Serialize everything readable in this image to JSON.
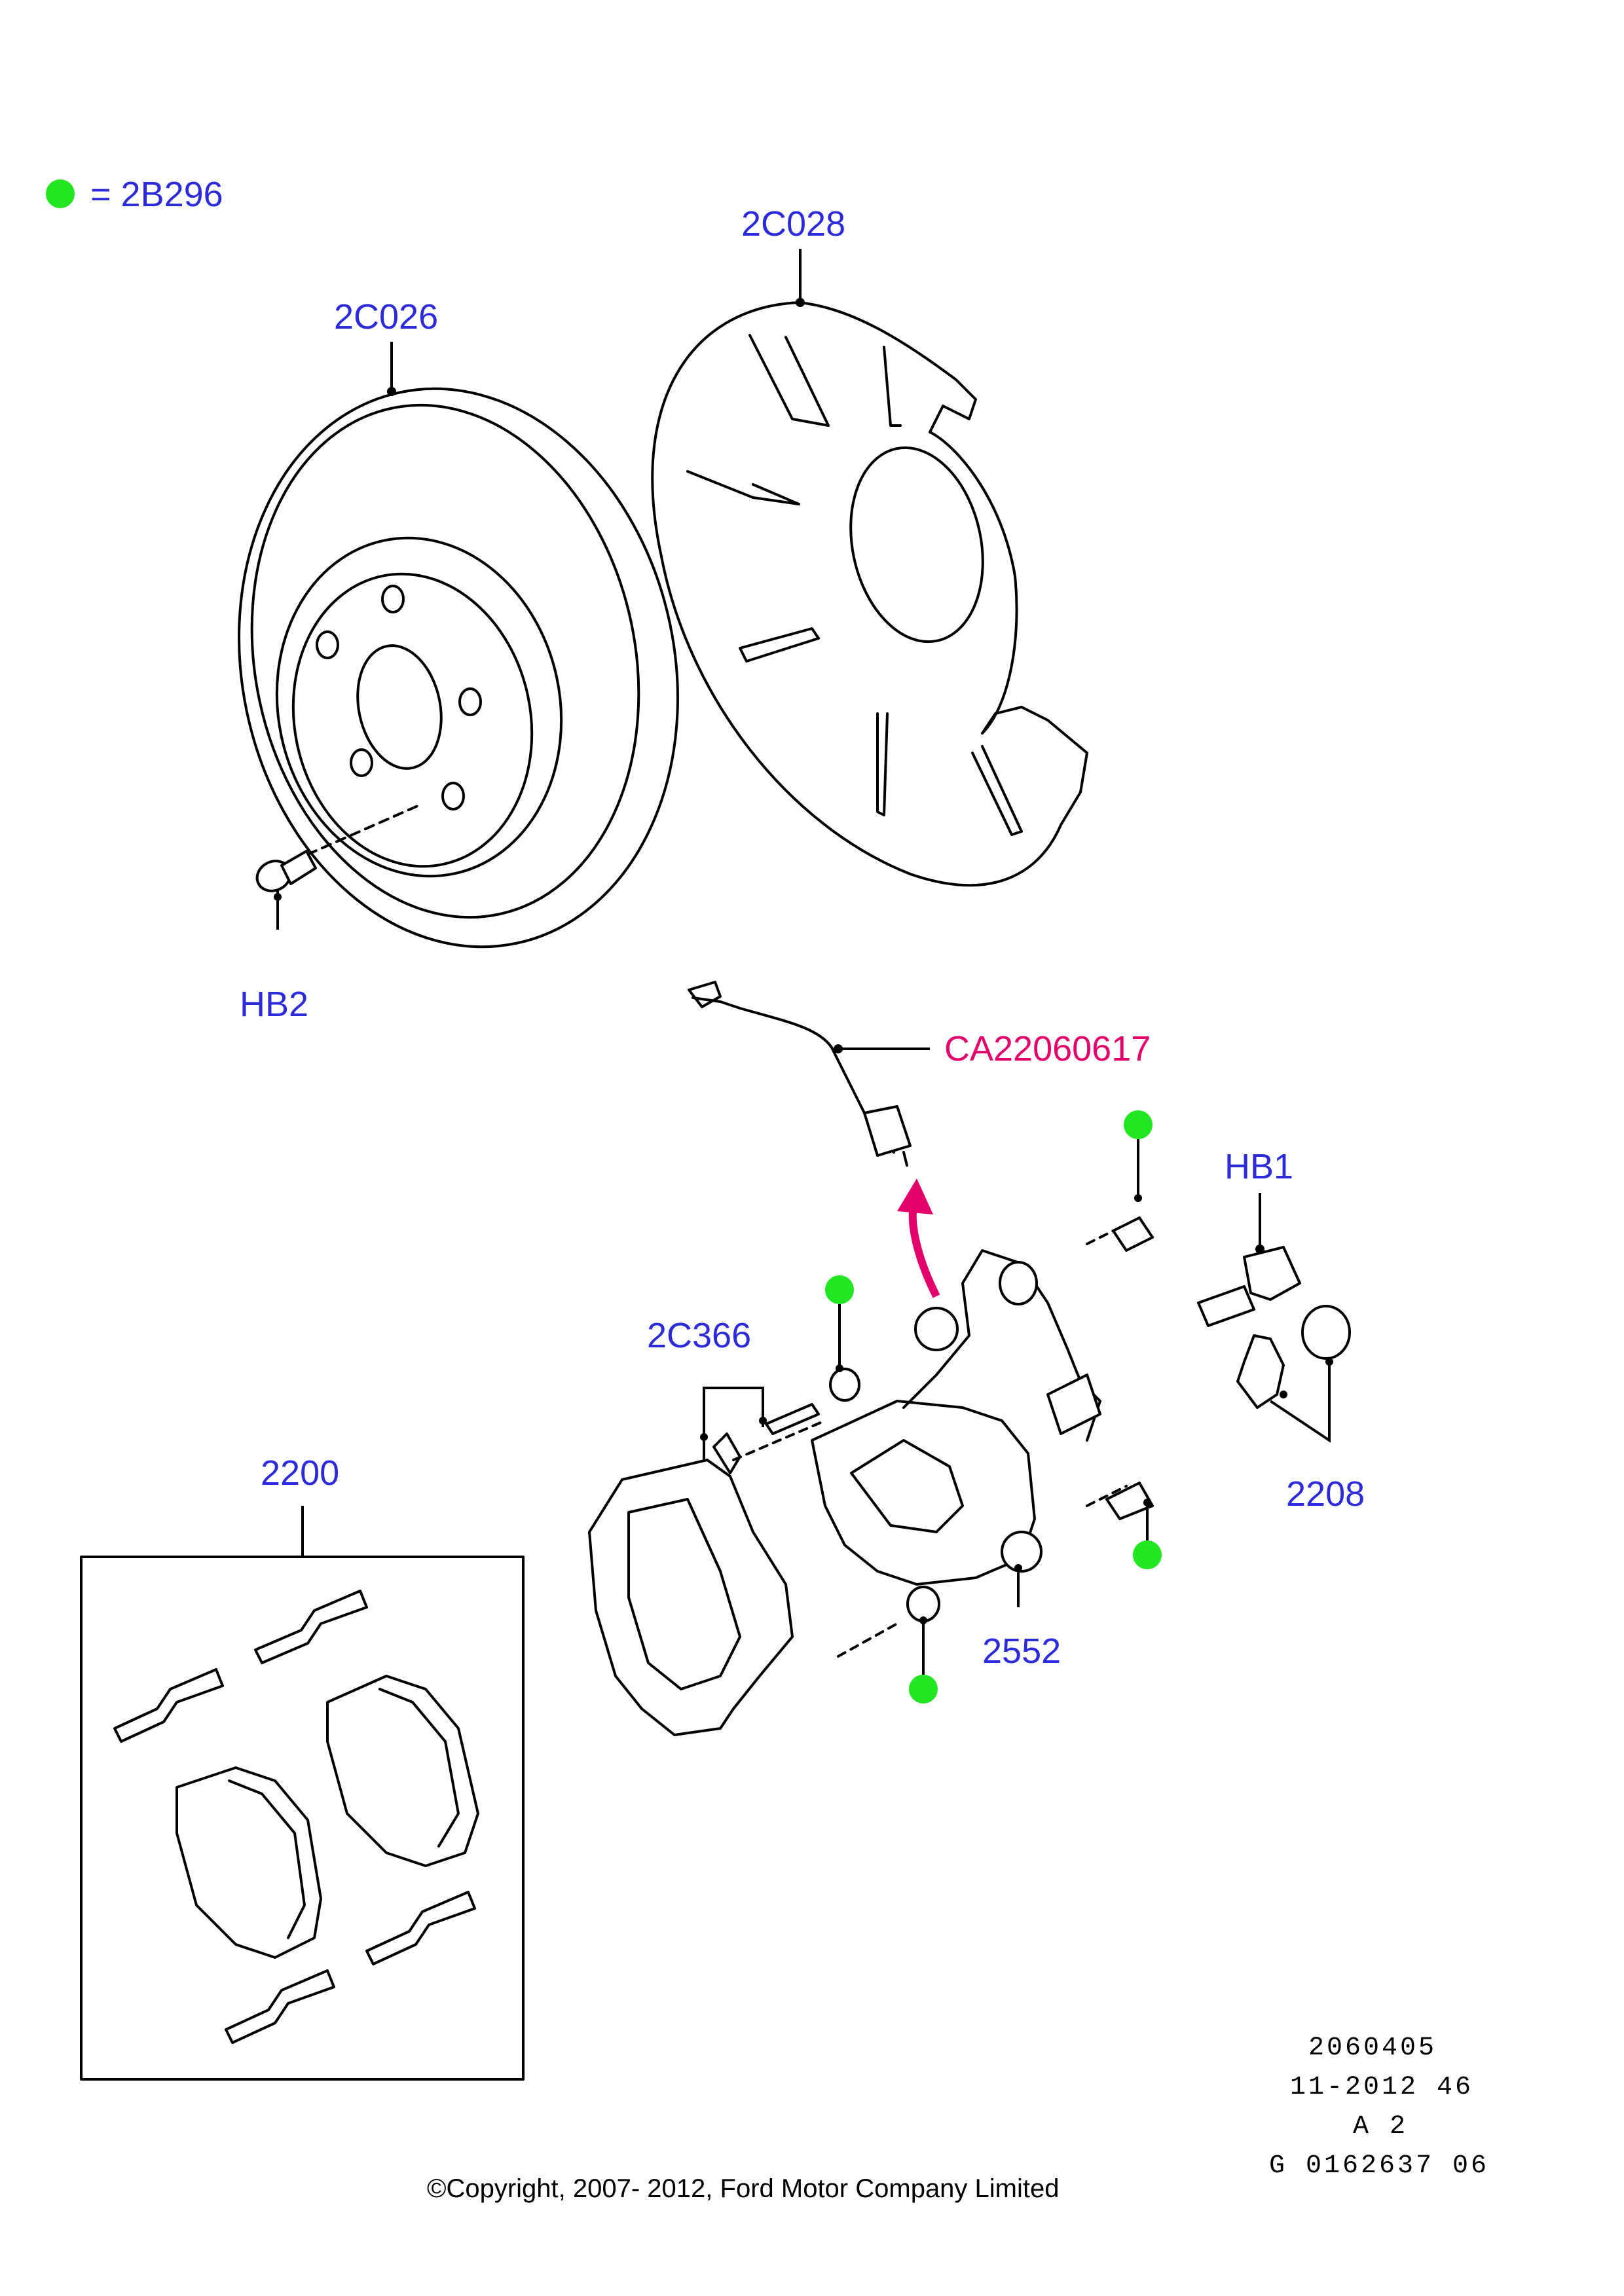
{
  "legend": {
    "marker_color": "#22e622",
    "text": "= 2B296"
  },
  "callouts": {
    "disc": "2C026",
    "shield": "2C028",
    "disc_screw": "HB2",
    "brake_hose": "CA22060617",
    "bleed_screw_hb1": "HB1",
    "guide_pin_kit": "2C366",
    "pad_kit": "2200",
    "bleed_valve_cap": "2208",
    "caliper": "2552"
  },
  "colors": {
    "callout_text": "#2b2bd9",
    "highlight_text": "#e4006a",
    "arrow": "#e4006a",
    "marker": "#22e622"
  },
  "meta": {
    "line1": "2060405",
    "line2": "11-2012 46",
    "line3": "A 2",
    "line4": "G 0162637 06"
  },
  "copyright": "©Copyright, 2007- 2012, Ford Motor Company Limited"
}
